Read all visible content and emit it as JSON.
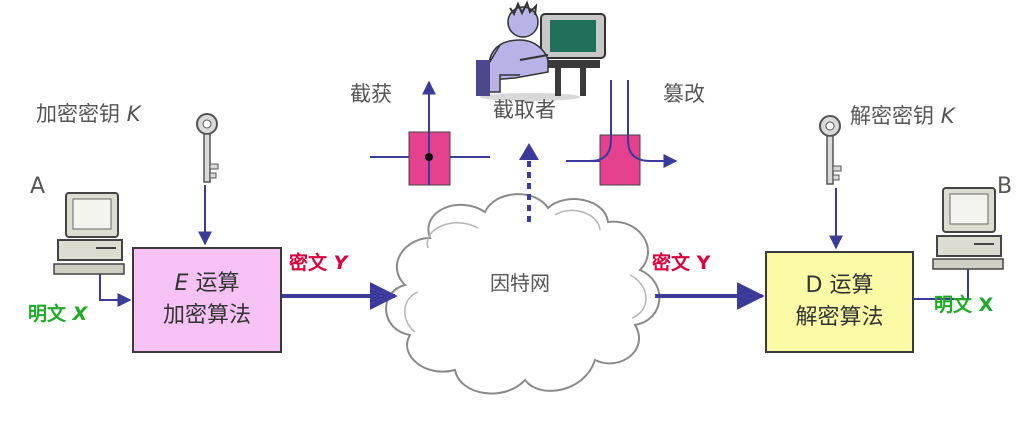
{
  "labels": {
    "enc_key": "加密密钥",
    "enc_key_var": "K",
    "dec_key": "解密密钥",
    "dec_key_var": "K",
    "host_a": "A",
    "host_b": "B",
    "plaintext_left": "明文",
    "plaintext_left_var": "X",
    "plaintext_right": "明文 X",
    "cipher_left": "密文",
    "cipher_left_var": "Y",
    "cipher_right": "密文 Y",
    "intercept": "截获",
    "interceptor": "截取者",
    "tamper": "篡改",
    "internet": "因特网"
  },
  "e_box": {
    "op_var": "E",
    "op": "运算",
    "algo": "加密算法"
  },
  "d_box": {
    "op": "D 运算",
    "algo": "解密算法"
  },
  "colors": {
    "arrow": "#3b3b9a",
    "e_box_fill": "#f6c2f4",
    "d_box_fill": "#fbfba7",
    "attack_box": "#e5418f",
    "cipher_text": "#d6003c",
    "plain_text": "#1faa2a"
  }
}
